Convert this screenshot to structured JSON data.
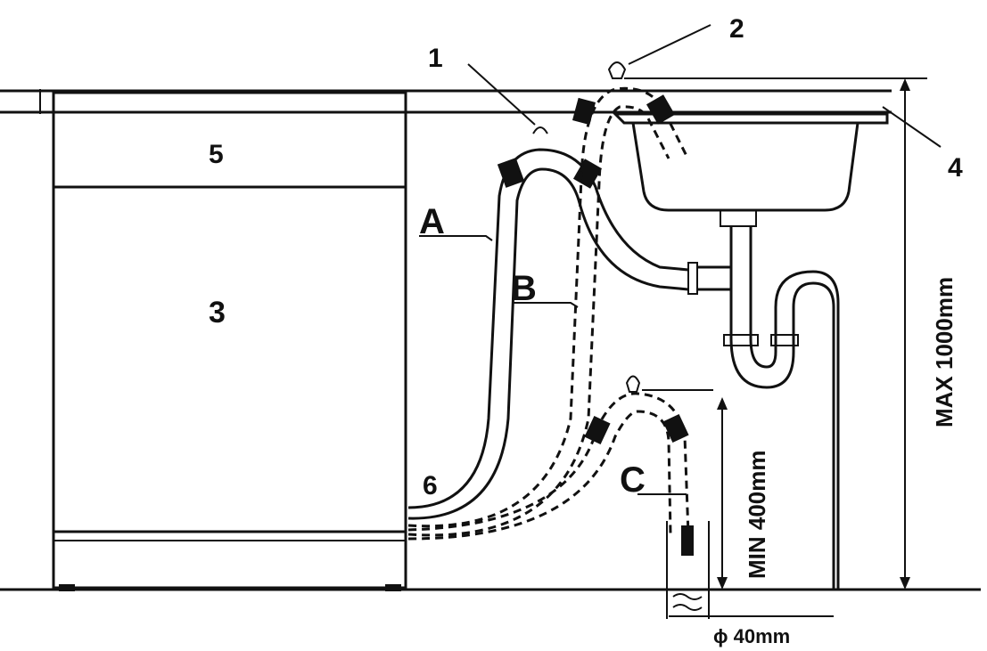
{
  "labels": {
    "part_1": "1",
    "part_2": "2",
    "part_3": "3",
    "part_4": "4",
    "part_5": "5",
    "part_6": "6",
    "hose_a": "A",
    "hose_b": "B",
    "hose_c": "C"
  },
  "dimensions": {
    "max_height": "MAX 1000mm",
    "min_height": "MIN 400mm",
    "pipe_diameter": "ϕ 40mm"
  },
  "colors": {
    "line": "#111111",
    "background": "#ffffff"
  }
}
